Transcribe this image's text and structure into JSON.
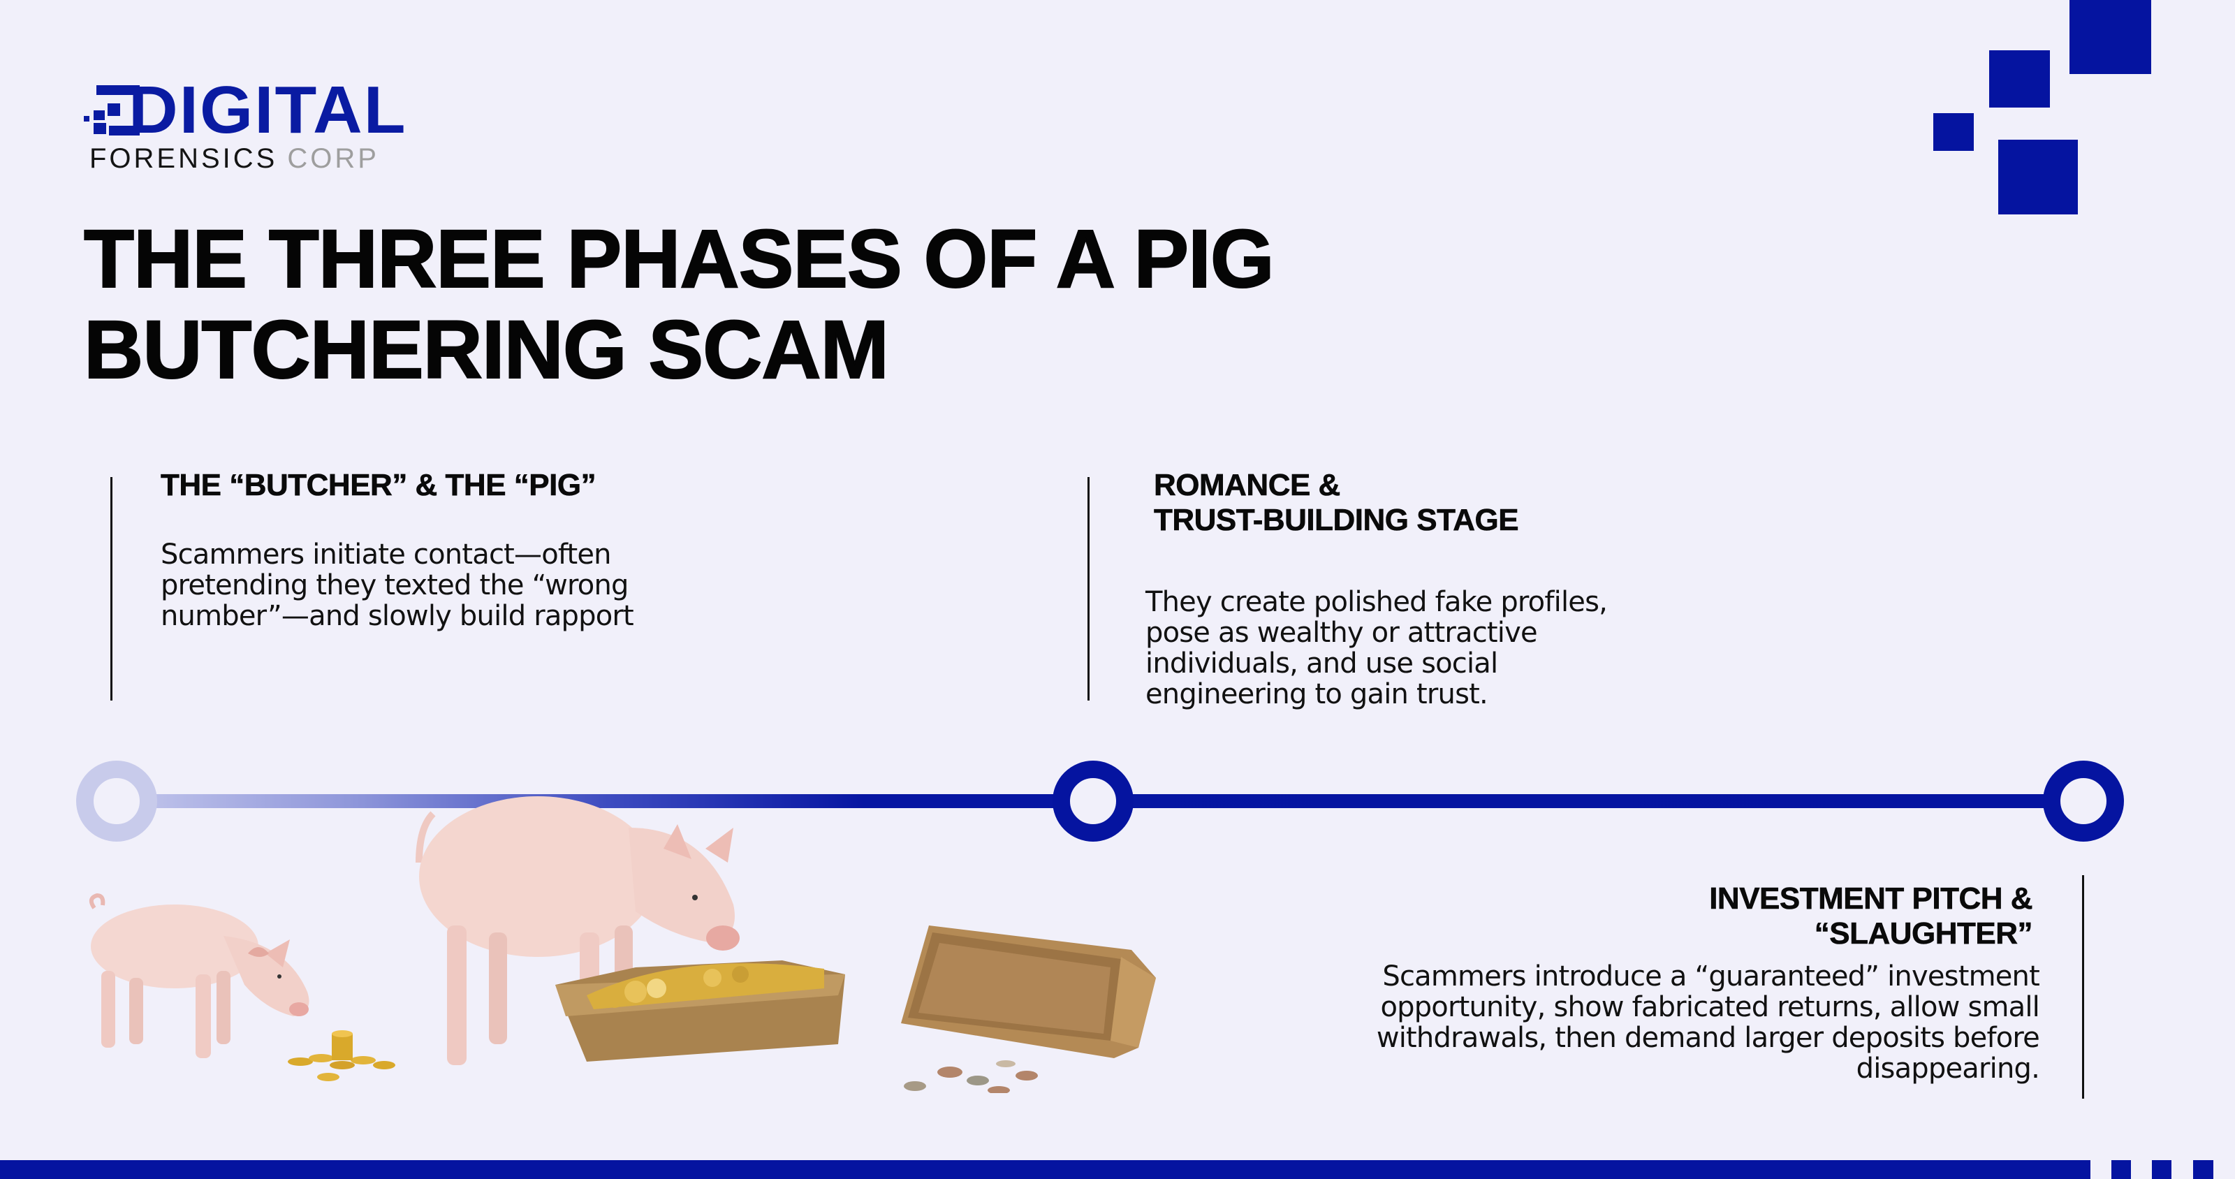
{
  "brand": {
    "logo_word": "DIGITAL",
    "logo_sub_primary": "FORENSICS",
    "logo_sub_secondary": "CORP",
    "colors": {
      "primary": "#0514A0",
      "background": "#F1F0FA",
      "text": "#0A0A0A",
      "muted": "#9E9E9E",
      "timeline_start": "#C4C7EC"
    }
  },
  "title": {
    "line1": "THE THREE PHASES OF A PIG",
    "line2": "BUTCHERING SCAM"
  },
  "phases": [
    {
      "heading": "THE “BUTCHER” & THE “PIG”",
      "body_lines": [
        "Scammers initiate contact—often",
        "pretending they texted the “wrong",
        "number”—and slowly build rapport"
      ]
    },
    {
      "heading_lines": [
        "ROMANCE &",
        "TRUST-BUILDING STAGE"
      ],
      "body_lines": [
        "They create polished fake profiles,",
        "pose as wealthy or attractive",
        "individuals, and use social",
        "engineering to gain trust."
      ]
    },
    {
      "heading_lines": [
        "INVESTMENT PITCH &",
        "“SLAUGHTER”"
      ],
      "body_lines": [
        "Scammers introduce a “guaranteed” investment",
        "opportunity, show fabricated returns, allow small",
        "withdrawals, then demand larger deposits before",
        "disappearing."
      ]
    }
  ],
  "timeline": {
    "nodes": [
      {
        "label": "phase-1",
        "state": "faded"
      },
      {
        "label": "phase-2",
        "state": "active"
      },
      {
        "label": "phase-3",
        "state": "active"
      }
    ]
  },
  "illustrations": [
    {
      "name": "piglet-with-coins",
      "description": "small piglet sniffing a small pile of gold coins"
    },
    {
      "name": "grown-pig-with-full-trough",
      "description": "large pig eating from a wooden trough full of gold coins"
    },
    {
      "name": "empty-tipped-trough",
      "description": "empty wooden trough tipped over with a few scattered coins"
    }
  ]
}
